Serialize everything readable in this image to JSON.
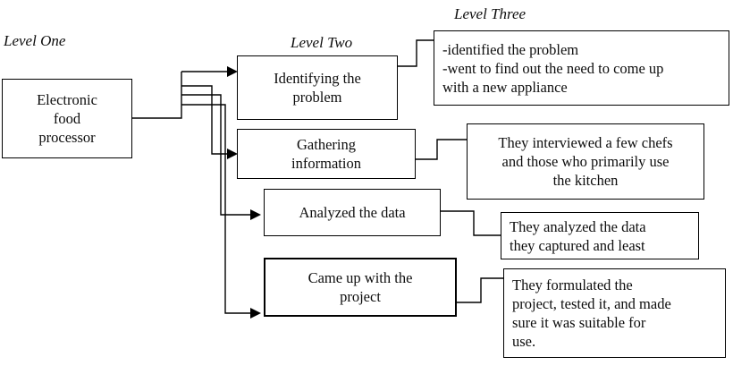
{
  "diagram": {
    "title_visible": false,
    "level_labels": [
      {
        "id": "level-one",
        "text": "Level One"
      },
      {
        "id": "level-two",
        "text": "Level Two"
      },
      {
        "id": "level-three",
        "text": "Level Three"
      }
    ],
    "level_one": {
      "node": {
        "id": "electronic-food-processor",
        "text": "Electronic\nfood\nprocessor"
      }
    },
    "level_two": {
      "nodes": [
        {
          "id": "identifying-the-problem",
          "text": "Identifying the\nproblem",
          "emphasis": false
        },
        {
          "id": "gathering-information",
          "text": "Gathering\ninformation",
          "emphasis": false
        },
        {
          "id": "analyzed-the-data",
          "text": "Analyzed the data",
          "emphasis": false
        },
        {
          "id": "came-up-with-the-project",
          "text": "Came up with the\nproject",
          "emphasis": true
        }
      ]
    },
    "level_three": {
      "nodes": [
        {
          "id": "detail-identified-problem",
          "text": "-identified the problem\n-went to find out the need to come up\nwith a new appliance",
          "align": "left"
        },
        {
          "id": "detail-interviews",
          "text": "They interviewed a few chefs\nand those who primarily use\nthe kitchen",
          "align": "center"
        },
        {
          "id": "detail-analysis",
          "text": "They analyzed the data\nthey captured and least",
          "align": "left"
        },
        {
          "id": "detail-formulation",
          "text": "They formulated the\nproject, tested it, and made\nsure it was suitable for\nuse.",
          "align": "left"
        }
      ]
    },
    "colors": {
      "stroke": "#000000",
      "background": "#ffffff",
      "text": "#0d0d0d"
    }
  }
}
